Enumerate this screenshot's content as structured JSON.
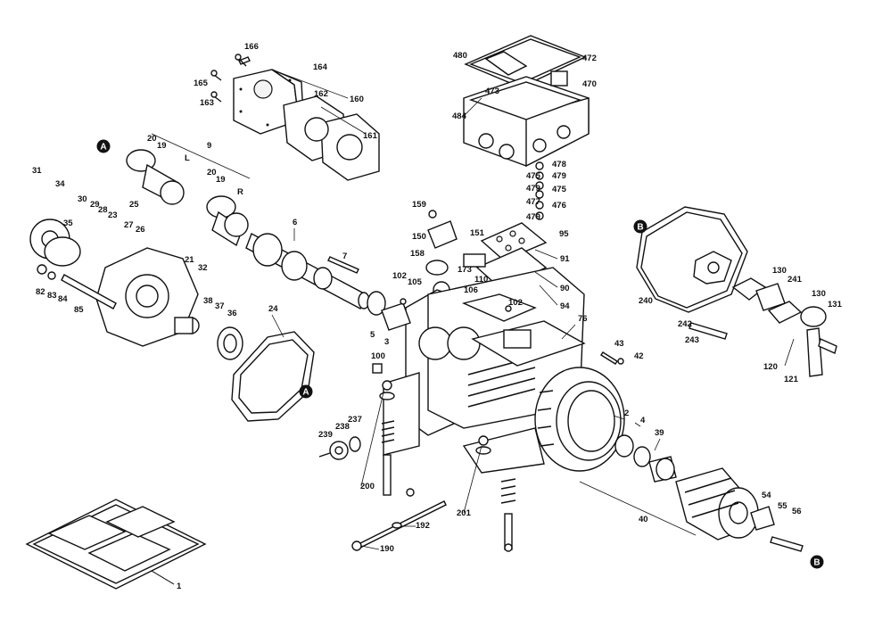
{
  "labels": [
    {
      "id": "1",
      "t": "1"
    },
    {
      "id": "2",
      "t": "2"
    },
    {
      "id": "3",
      "t": "3"
    },
    {
      "id": "4",
      "t": "4"
    },
    {
      "id": "5",
      "t": "5"
    },
    {
      "id": "6",
      "t": "6"
    },
    {
      "id": "7",
      "t": "7"
    },
    {
      "id": "9",
      "t": "9"
    },
    {
      "id": "19a",
      "t": "19"
    },
    {
      "id": "19b",
      "t": "19"
    },
    {
      "id": "20a",
      "t": "20"
    },
    {
      "id": "20b",
      "t": "20"
    },
    {
      "id": "L",
      "t": "L"
    },
    {
      "id": "R",
      "t": "R"
    },
    {
      "id": "21",
      "t": "21"
    },
    {
      "id": "23",
      "t": "23"
    },
    {
      "id": "24",
      "t": "24"
    },
    {
      "id": "25",
      "t": "25"
    },
    {
      "id": "26",
      "t": "26"
    },
    {
      "id": "27",
      "t": "27"
    },
    {
      "id": "28",
      "t": "28"
    },
    {
      "id": "29",
      "t": "29"
    },
    {
      "id": "30",
      "t": "30"
    },
    {
      "id": "31",
      "t": "31"
    },
    {
      "id": "32",
      "t": "32"
    },
    {
      "id": "34",
      "t": "34"
    },
    {
      "id": "35",
      "t": "35"
    },
    {
      "id": "36",
      "t": "36"
    },
    {
      "id": "37",
      "t": "37"
    },
    {
      "id": "38",
      "t": "38"
    },
    {
      "id": "39",
      "t": "39"
    },
    {
      "id": "40",
      "t": "40"
    },
    {
      "id": "42",
      "t": "42"
    },
    {
      "id": "43",
      "t": "43"
    },
    {
      "id": "54",
      "t": "54"
    },
    {
      "id": "55",
      "t": "55"
    },
    {
      "id": "56",
      "t": "56"
    },
    {
      "id": "76",
      "t": "76"
    },
    {
      "id": "82",
      "t": "82"
    },
    {
      "id": "83",
      "t": "83"
    },
    {
      "id": "84",
      "t": "84"
    },
    {
      "id": "85",
      "t": "85"
    },
    {
      "id": "90",
      "t": "90"
    },
    {
      "id": "91",
      "t": "91"
    },
    {
      "id": "94",
      "t": "94"
    },
    {
      "id": "95",
      "t": "95"
    },
    {
      "id": "100",
      "t": "100"
    },
    {
      "id": "102a",
      "t": "102"
    },
    {
      "id": "102b",
      "t": "102"
    },
    {
      "id": "105",
      "t": "105"
    },
    {
      "id": "106",
      "t": "106"
    },
    {
      "id": "110",
      "t": "110"
    },
    {
      "id": "120",
      "t": "120"
    },
    {
      "id": "121",
      "t": "121"
    },
    {
      "id": "130a",
      "t": "130"
    },
    {
      "id": "130b",
      "t": "130"
    },
    {
      "id": "131",
      "t": "131"
    },
    {
      "id": "150",
      "t": "150"
    },
    {
      "id": "151",
      "t": "151"
    },
    {
      "id": "158",
      "t": "158"
    },
    {
      "id": "159",
      "t": "159"
    },
    {
      "id": "160",
      "t": "160"
    },
    {
      "id": "161",
      "t": "161"
    },
    {
      "id": "162",
      "t": "162"
    },
    {
      "id": "163",
      "t": "163"
    },
    {
      "id": "164",
      "t": "164"
    },
    {
      "id": "165",
      "t": "165"
    },
    {
      "id": "166",
      "t": "166"
    },
    {
      "id": "173",
      "t": "173"
    },
    {
      "id": "190",
      "t": "190"
    },
    {
      "id": "192",
      "t": "192"
    },
    {
      "id": "200",
      "t": "200"
    },
    {
      "id": "201",
      "t": "201"
    },
    {
      "id": "237",
      "t": "237"
    },
    {
      "id": "238",
      "t": "238"
    },
    {
      "id": "239",
      "t": "239"
    },
    {
      "id": "240a",
      "t": "240"
    },
    {
      "id": "241",
      "t": "241"
    },
    {
      "id": "242",
      "t": "242"
    },
    {
      "id": "243",
      "t": "243"
    },
    {
      "id": "470",
      "t": "470"
    },
    {
      "id": "472",
      "t": "472"
    },
    {
      "id": "473",
      "t": "473"
    },
    {
      "id": "475a",
      "t": "475"
    },
    {
      "id": "475b",
      "t": "475"
    },
    {
      "id": "476",
      "t": "476"
    },
    {
      "id": "477",
      "t": "477"
    },
    {
      "id": "478",
      "t": "478"
    },
    {
      "id": "479a",
      "t": "479"
    },
    {
      "id": "479b",
      "t": "479"
    },
    {
      "id": "479c",
      "t": "479"
    },
    {
      "id": "480",
      "t": "480"
    },
    {
      "id": "484",
      "t": "484"
    }
  ],
  "markers": [
    {
      "id": "A1",
      "t": "A"
    },
    {
      "id": "A2",
      "t": "A"
    },
    {
      "id": "B1",
      "t": "B"
    },
    {
      "id": "B2",
      "t": "B"
    }
  ]
}
